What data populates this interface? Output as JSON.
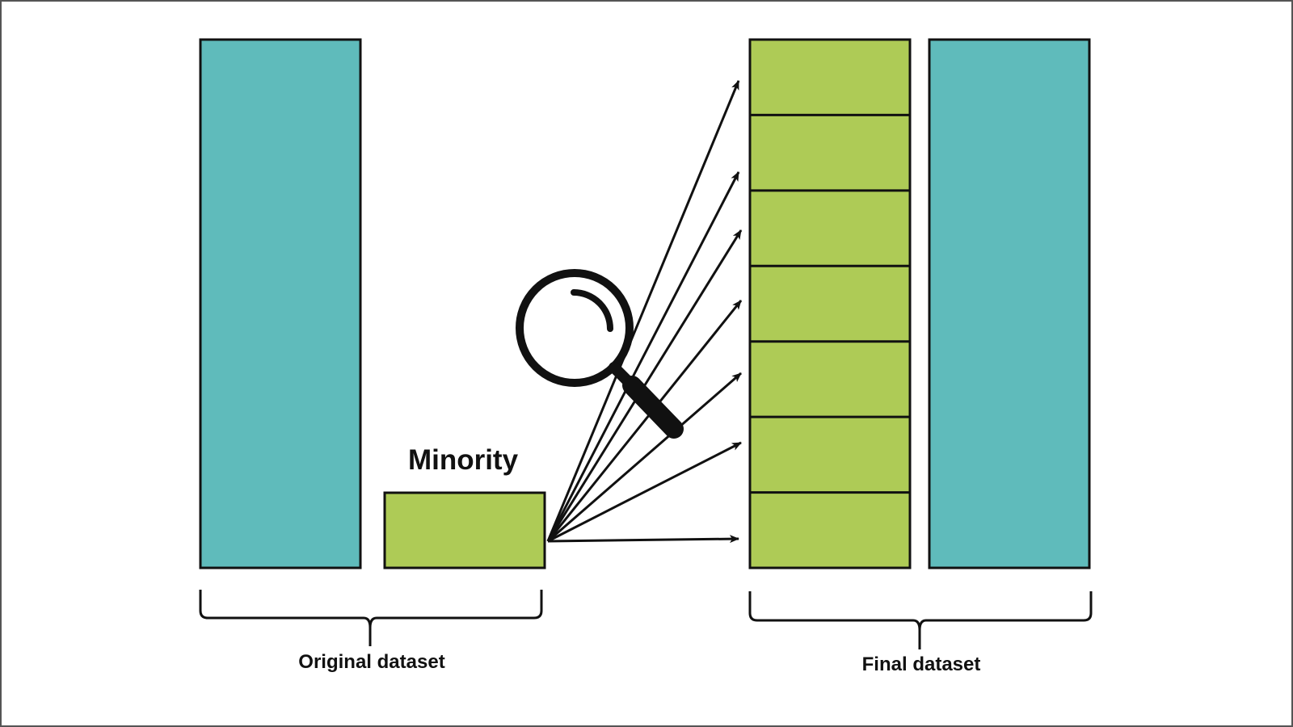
{
  "labels": {
    "minority": "Minority",
    "original_dataset": "Original dataset",
    "final_dataset": "Final dataset"
  },
  "colors": {
    "majority": "#5fbbbb",
    "minority": "#aecb56",
    "stroke": "#111111",
    "frame": "#555555"
  },
  "icons": {
    "search": "magnifying-glass-icon"
  },
  "final_dataset": {
    "minority_slices": 7
  },
  "arrows": {
    "count": 7
  }
}
